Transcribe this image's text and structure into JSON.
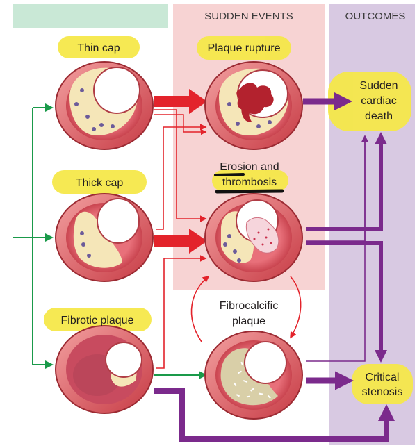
{
  "headers": {
    "sudden_events": "SUDDEN EVENTS",
    "outcomes": "OUTCOMES"
  },
  "plaques": {
    "thin_cap": "Thin cap",
    "thick_cap": "Thick cap",
    "fibrotic": "Fibrotic plaque"
  },
  "events": {
    "rupture": "Plaque rupture",
    "erosion_line1": "Erosion and",
    "erosion_line2": "thrombosis",
    "fibrocalcific_line1": "Fibrocalcific",
    "fibrocalcific_line2": "plaque"
  },
  "outcomes": {
    "scd_line1": "Sudden",
    "scd_line2": "cardiac",
    "scd_line3": "death",
    "stenosis_line1": "Critical",
    "stenosis_line2": "stenosis"
  },
  "colors": {
    "green_arrow": "#1a9a4a",
    "red_arrow": "#e3232b",
    "purple_arrow": "#7b2a8c",
    "highlight": "#f5e84a",
    "events_band": "#f7d3d3",
    "outcomes_band": "#d8c9e2",
    "top_bar": "#c9e8d6"
  }
}
